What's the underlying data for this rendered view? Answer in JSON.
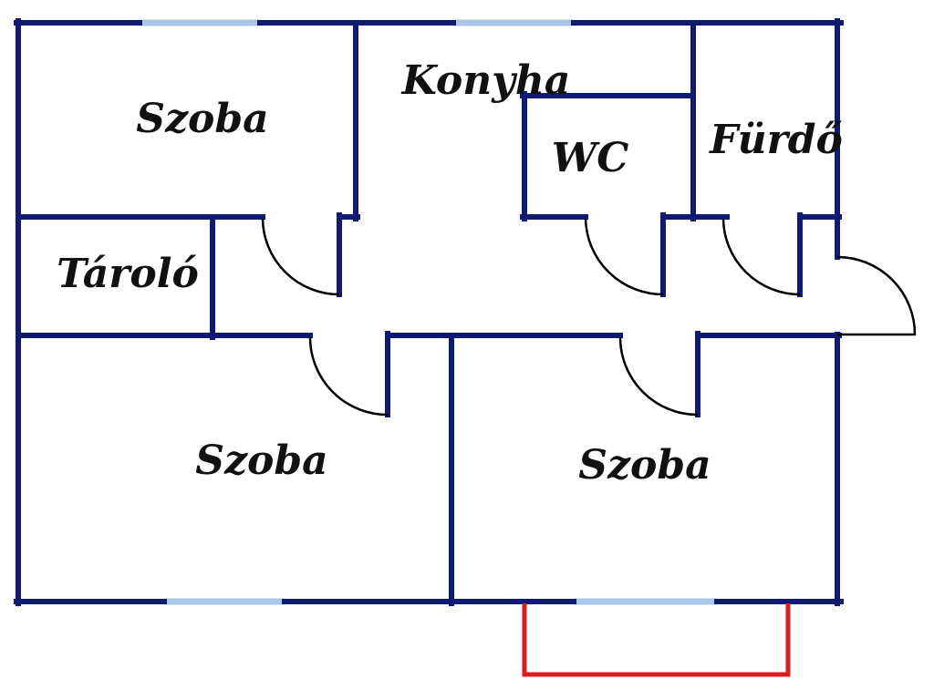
{
  "colors": {
    "wall": "#111a73",
    "window": "#a9c5e8",
    "balcony": "#d81e1e",
    "label": "#111111",
    "background": "#ffffff"
  },
  "rooms": {
    "szoba_top_left": {
      "label": "Szoba"
    },
    "konyha": {
      "label": "Konyha"
    },
    "wc": {
      "label": "WC"
    },
    "furdo": {
      "label": "Fürdő"
    },
    "tarolo": {
      "label": "Tároló"
    },
    "szoba_bottom_left": {
      "label": "Szoba"
    },
    "szoba_bottom_right": {
      "label": "Szoba"
    }
  }
}
